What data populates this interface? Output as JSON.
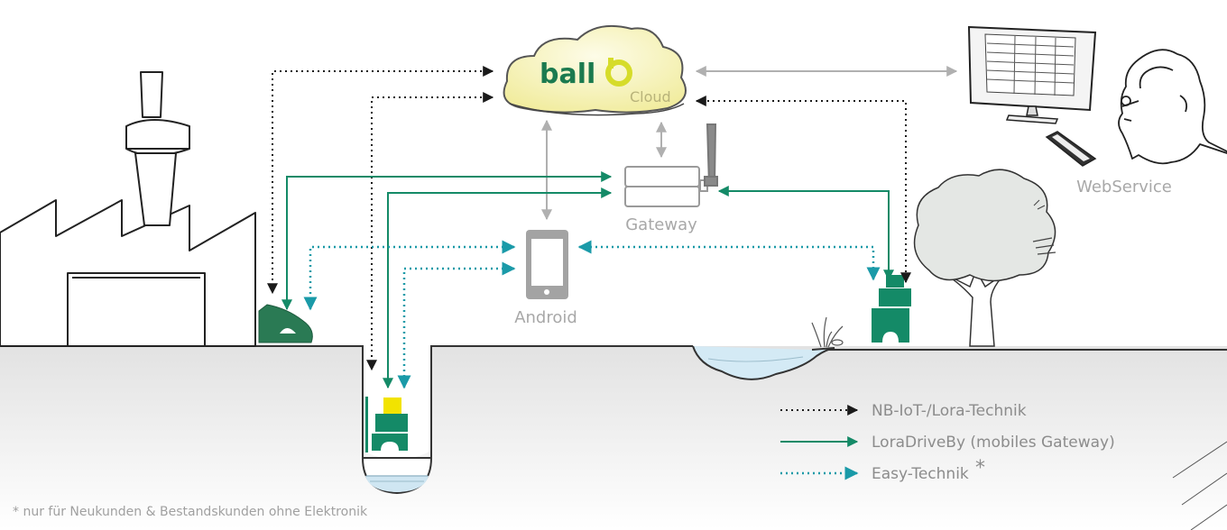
{
  "brand": {
    "logo_text": "ball",
    "cloud_label": "Cloud"
  },
  "nodes": {
    "gateway": "Gateway",
    "android": "Android",
    "webservice": "WebService"
  },
  "legend": [
    {
      "label": "NB-IoT-/Lora-Technik",
      "style": "dotted",
      "color": "#1a1a1a"
    },
    {
      "label": "LoraDriveBy (mobiles Gateway)",
      "style": "solid",
      "color": "#148a67"
    },
    {
      "label": "Easy-Technik",
      "style": "dotted",
      "color": "#1a9aa8",
      "marker": "*"
    }
  ],
  "footnote": "* nur für Neukunden & Bestandskunden ohne Elektronik",
  "colors": {
    "green": "#148a67",
    "teal": "#1a9aa8",
    "black": "#1a1a1a",
    "gray": "#a0a0a0",
    "ground": "#e4e4e4",
    "cloud_fill": "#f7f3bf",
    "logo_green": "#1b7a4f",
    "logo_yellow": "#d6dc2a",
    "sensor_yellow": "#f2e300",
    "water": "#cfe6f2"
  }
}
